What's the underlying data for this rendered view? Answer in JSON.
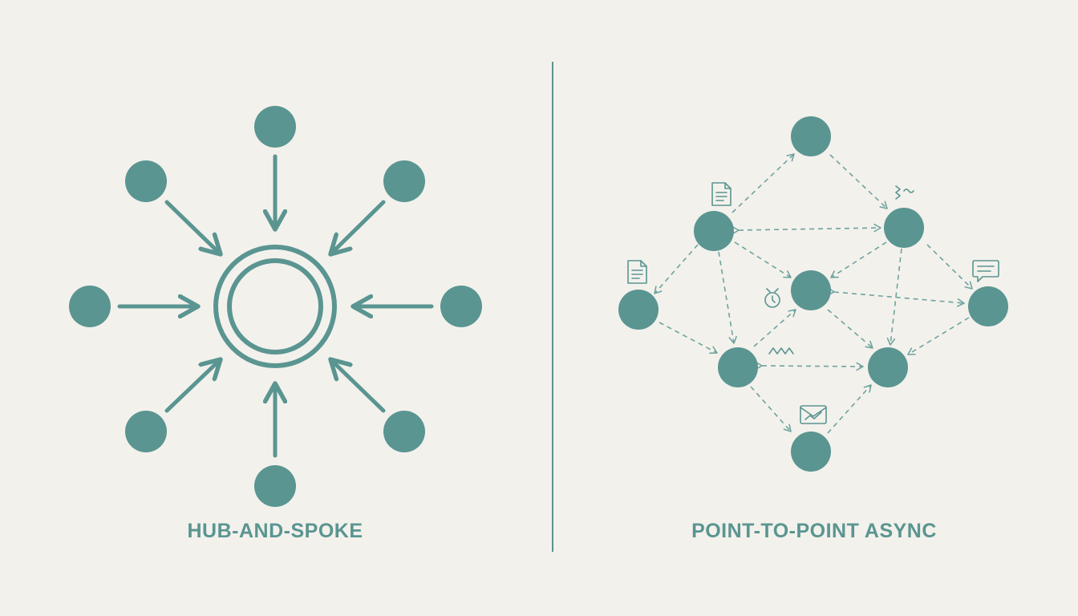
{
  "colors": {
    "background": "#f3f1ec",
    "node": "#5a9591",
    "line": "#5a9591",
    "dashed": "#6ea39f"
  },
  "hub_and_spoke": {
    "label": "HUB-AND-SPOKE",
    "center_icon": "double-ring-hub",
    "spoke_direction": "inward",
    "spoke_count": 8
  },
  "point_to_point": {
    "label": "POINT-TO-POINT ASYNC",
    "node_count": 9,
    "edge_style": "dashed",
    "message_icons": [
      "document-icon",
      "document-icon",
      "squiggle-icon",
      "chat-bubble-icon",
      "timer-icon",
      "wave-icon",
      "envelope-icon"
    ]
  }
}
